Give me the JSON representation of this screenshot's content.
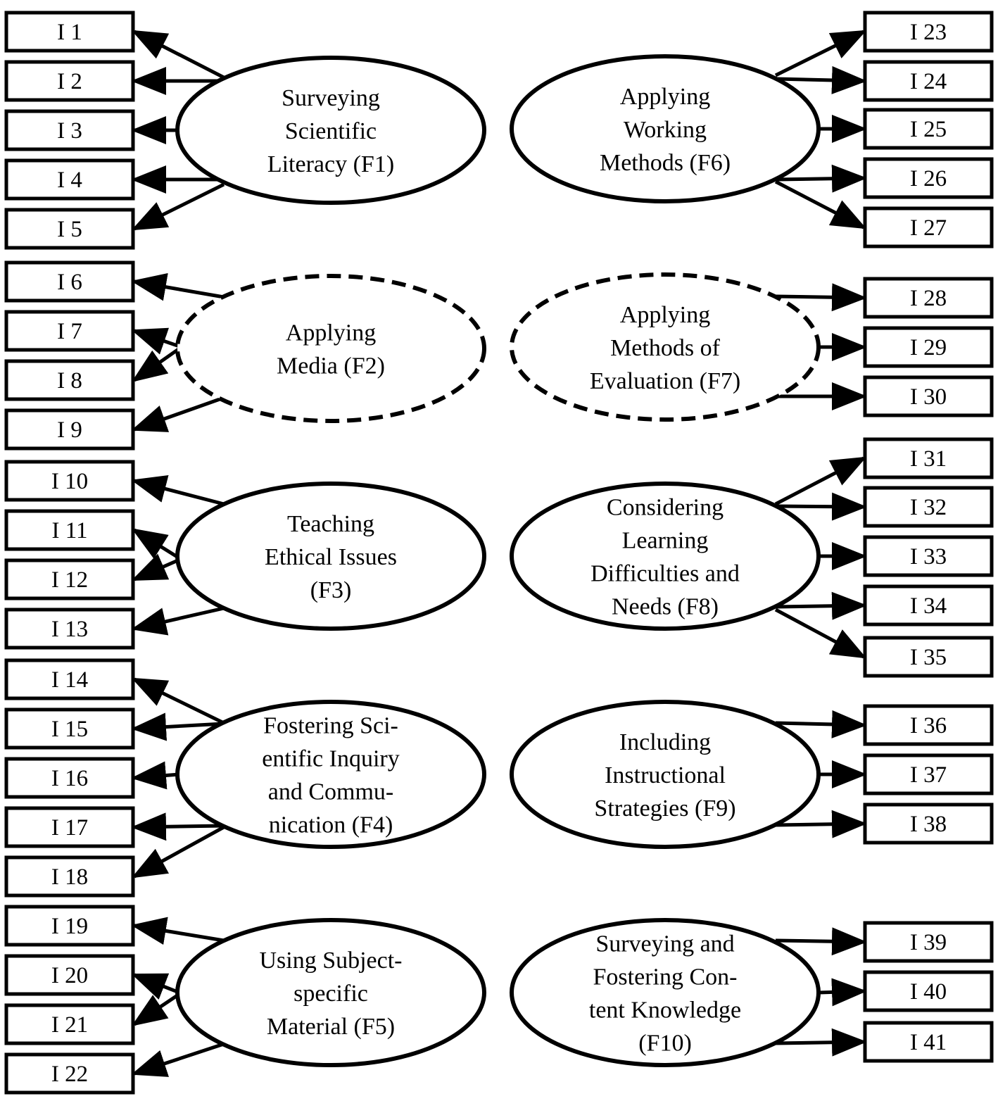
{
  "factors": [
    {
      "id": "F1",
      "lines": [
        "Surveying",
        "Scientific",
        "Literacy (F1)"
      ],
      "dashed": false,
      "side": "left",
      "items": [
        "I 1",
        "I 2",
        "I 3",
        "I 4",
        "I 5"
      ]
    },
    {
      "id": "F2",
      "lines": [
        "Applying",
        "Media (F2)"
      ],
      "dashed": true,
      "side": "left",
      "items": [
        "I 6",
        "I 7",
        "I 8",
        "I 9"
      ]
    },
    {
      "id": "F3",
      "lines": [
        "Teaching",
        "Ethical Issues",
        "(F3)"
      ],
      "dashed": false,
      "side": "left",
      "items": [
        "I 10",
        "I 11",
        "I 12",
        "I 13"
      ]
    },
    {
      "id": "F4",
      "lines": [
        "Fostering Sci-",
        "entific Inquiry",
        "and Commu-",
        "nication (F4)"
      ],
      "dashed": false,
      "side": "left",
      "items": [
        "I 14",
        "I 15",
        "I 16",
        "I 17",
        "I 18"
      ]
    },
    {
      "id": "F5",
      "lines": [
        "Using Subject-",
        "specific",
        "Material (F5)"
      ],
      "dashed": false,
      "side": "left",
      "items": [
        "I 19",
        "I 20",
        "I 21",
        "I 22"
      ]
    },
    {
      "id": "F6",
      "lines": [
        "Applying",
        "Working",
        "Methods (F6)"
      ],
      "dashed": false,
      "side": "right",
      "items": [
        "I 23",
        "I 24",
        "I 25",
        "I 26",
        "I 27"
      ]
    },
    {
      "id": "F7",
      "lines": [
        "Applying",
        "Methods of",
        "Evaluation (F7)"
      ],
      "dashed": true,
      "side": "right",
      "items": [
        "I 28",
        "I 29",
        "I 30"
      ]
    },
    {
      "id": "F8",
      "lines": [
        "Considering",
        "Learning",
        "Difficulties and",
        "Needs (F8)"
      ],
      "dashed": false,
      "side": "right",
      "items": [
        "I 31",
        "I 32",
        "I 33",
        "I 34",
        "I 35"
      ]
    },
    {
      "id": "F9",
      "lines": [
        "Including",
        "Instructional",
        "Strategies (F9)"
      ],
      "dashed": false,
      "side": "right",
      "items": [
        "I 36",
        "I 37",
        "I 38"
      ]
    },
    {
      "id": "F10",
      "lines": [
        "Surveying and",
        "Fostering Con-",
        "tent Knowledge",
        "(F10)"
      ],
      "dashed": false,
      "side": "right",
      "items": [
        "I 39",
        "I 40",
        "I 41"
      ]
    }
  ]
}
